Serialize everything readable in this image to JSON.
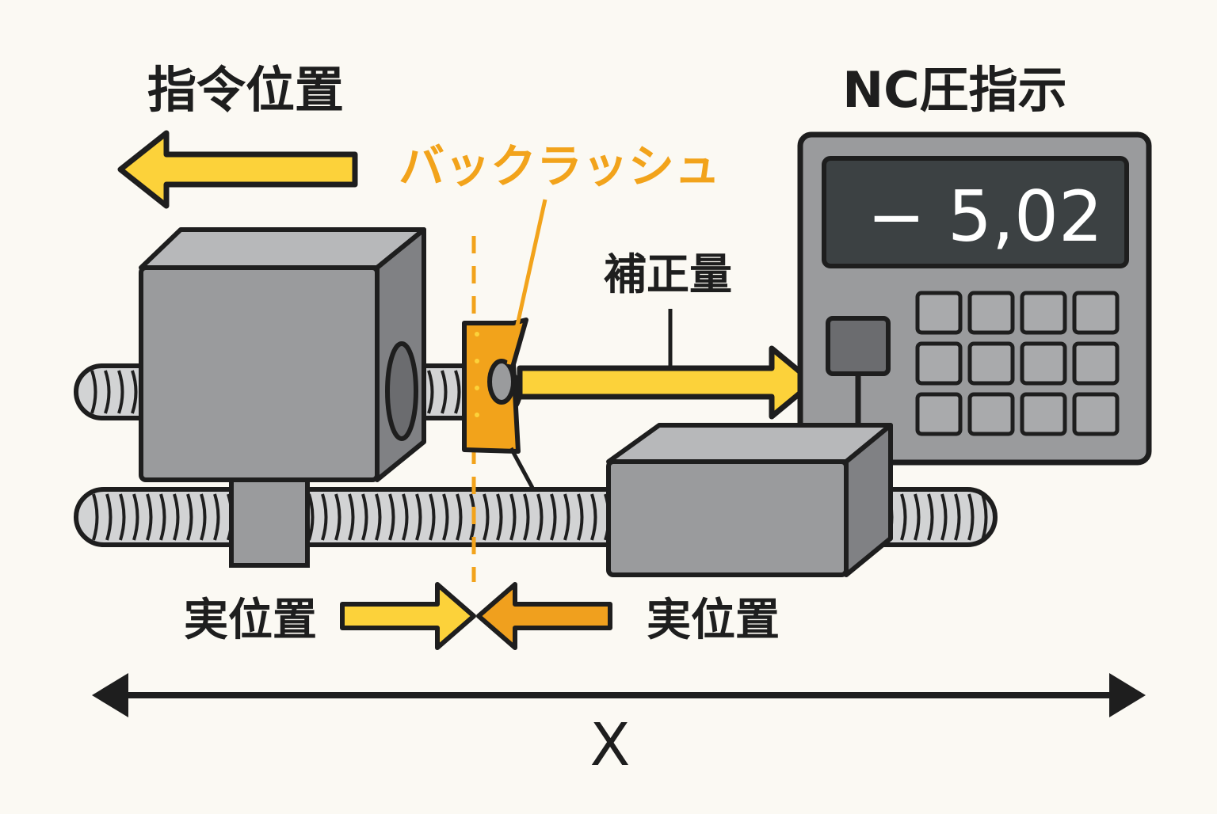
{
  "labels": {
    "command_position": "指令位置",
    "nc_indicator": "NC圧指示",
    "backlash": "バックラッシュ",
    "correction": "補正量",
    "actual_position_left": "実位置",
    "actual_position_right": "実位置",
    "axis": "X"
  },
  "display": {
    "value": "− 5,02"
  },
  "keypad": {
    "rows": 3,
    "cols": 4
  },
  "colors": {
    "background": "#fbf9f3",
    "outline": "#1e1e1e",
    "block": "#9a9b9d",
    "block_side": "#808184",
    "block_top": "#b7b8ba",
    "screw": "#d2d3d4",
    "arrow_yellow": "#fcd23a",
    "arrow_orange": "#f0a01e",
    "backlash_orange": "#f2a31b",
    "display_bg": "#3c4143",
    "display_text": "#ffffff"
  }
}
